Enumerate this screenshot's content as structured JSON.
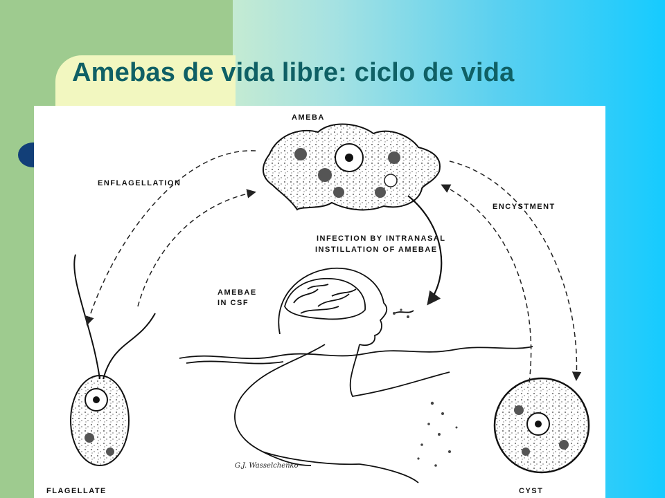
{
  "slide": {
    "title": "Amebas de vida libre: ciclo de vida"
  },
  "diagram": {
    "labels": {
      "ameba": "AMEBA",
      "enflagellation": "ENFLAGELLATION",
      "encystment": "ENCYSTMENT",
      "infection_line1": "INFECTION  BY  INTRANASAL",
      "infection_line2": "INSTILLATION  OF  AMEBAE",
      "amebae_csf_line1": "AMEBAE",
      "amebae_csf_line2": "IN CSF",
      "flagellate": "FLAGELLATE",
      "cyst": "CYST",
      "signature": "G.J. Wasselchenko"
    }
  },
  "colors": {
    "title": "#0f6065",
    "left_block": "#9ecb8f",
    "bullet": "#123f78",
    "gradient_end": "#16cbff"
  }
}
